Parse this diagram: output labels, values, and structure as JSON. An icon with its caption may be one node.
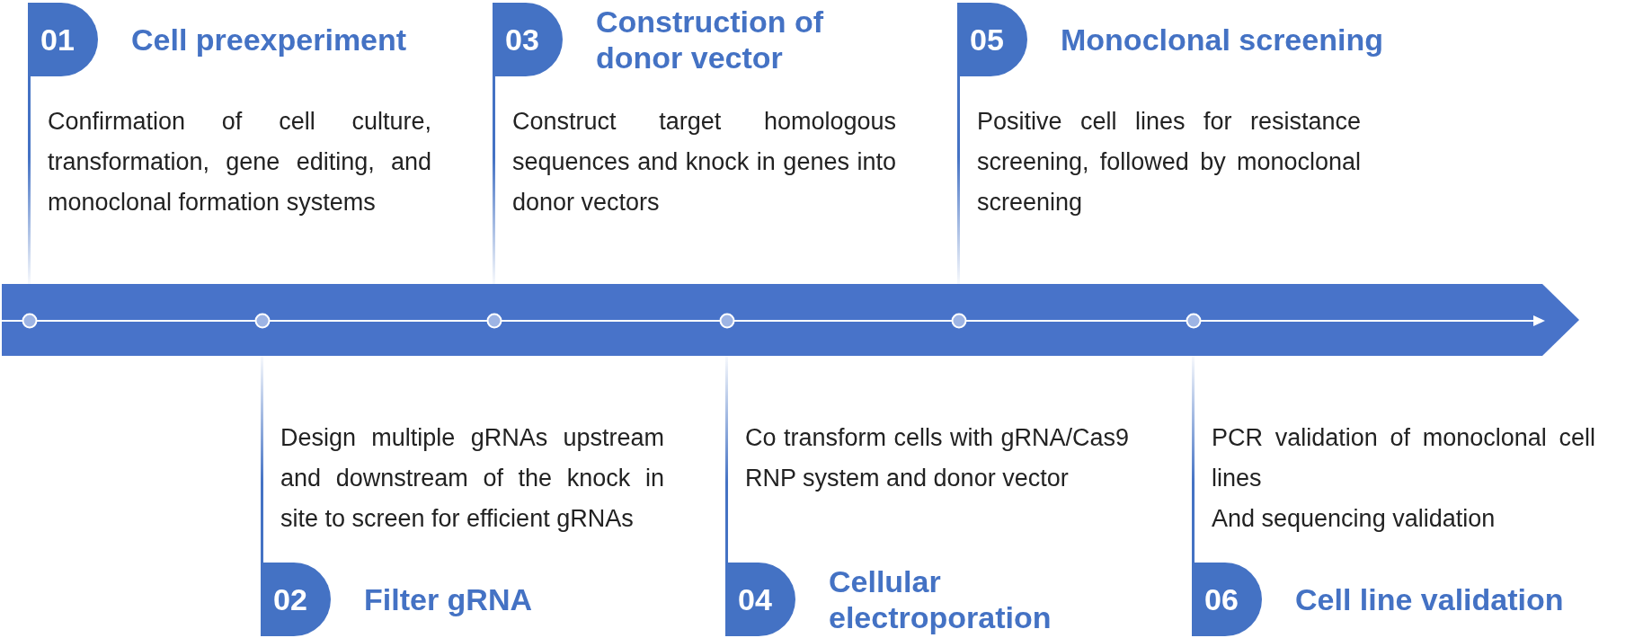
{
  "diagram": {
    "nodes": [
      {
        "text": [
          "01",
          "Cell preexperiment",
          "Confirmation of cell culture, transformation, gene editing, and monoclonal formation systems"
        ]
      },
      {
        "text": [
          "Design multiple gRNAs upstream and downstream of the knock in site to screen for efficient gRNAs",
          "02",
          "Filter gRNA"
        ]
      },
      {
        "text": [
          "03",
          "Construction of donor vector",
          "Construct target homologous sequences and knock in genes into donor vectors"
        ]
      },
      {
        "text": [
          "Co transform cells with gRNA/Cas9 RNP system and donor vector",
          "04",
          "Cellular electroporation"
        ]
      },
      {
        "text": [
          "05",
          "Monoclonal screening",
          "Positive cell lines for resistance screening, followed by monoclonal screening"
        ]
      },
      {
        "text": [
          "PCR validation of monoclonal cell lines",
          "And sequencing validation",
          "06",
          "Cell line validation"
        ]
      }
    ]
  }
}
